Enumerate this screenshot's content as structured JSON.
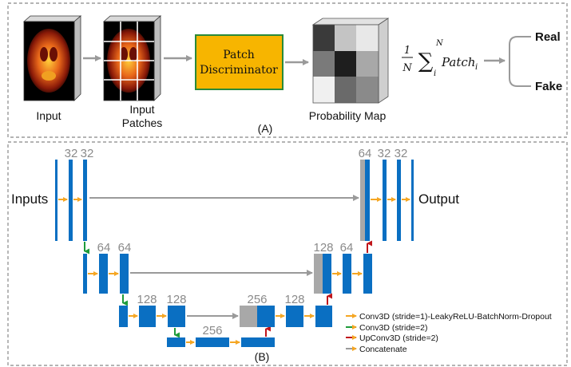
{
  "panel_a": {
    "input_label": "Input",
    "patches_label_line1": "Input",
    "patches_label_line2": "Patches",
    "discriminator_line1": "Patch",
    "discriminator_line2": "Discriminator",
    "probability_label": "Probability Map",
    "formula": {
      "frac_num": "1",
      "frac_den": "N",
      "sum_symbol": "∑",
      "sum_top": "N",
      "sum_bottom": "i",
      "term": "Patch",
      "term_sub": "i"
    },
    "real_label": "Real",
    "fake_label": "Fake",
    "caption": "(A)"
  },
  "panel_b": {
    "inputs_label": "Inputs",
    "output_label": "Output",
    "caption": "(B)",
    "channels": {
      "l1_a": "32",
      "l1_b": "32",
      "l2_a": "64",
      "l2_b": "64",
      "l3_a": "128",
      "l3_b": "128",
      "bottom": "256",
      "r3_a": "256",
      "r3_b": "128",
      "r2_a": "128",
      "r2_b": "64",
      "r1_a": "64",
      "r1_b": "32",
      "r1_c": "32"
    },
    "legend": [
      {
        "label": "Conv3D (stride=1)-LeakyReLU-BatchNorm-Dropout",
        "color": "#f5a623"
      },
      {
        "label": "Conv3D (stride=2)",
        "color": "#1e9b3a"
      },
      {
        "label": "UpConv3D (stride=2)",
        "color": "#c0161b"
      },
      {
        "label": "Concatenate",
        "color": "#9a9a9a"
      }
    ]
  },
  "colors": {
    "block_blue": "#0a6fc2",
    "concat_gray": "#a8a8a8",
    "discriminator_fill": "#f7b500",
    "discriminator_border": "#2a8a3a",
    "arrow_gray": "#9a9a9a"
  }
}
